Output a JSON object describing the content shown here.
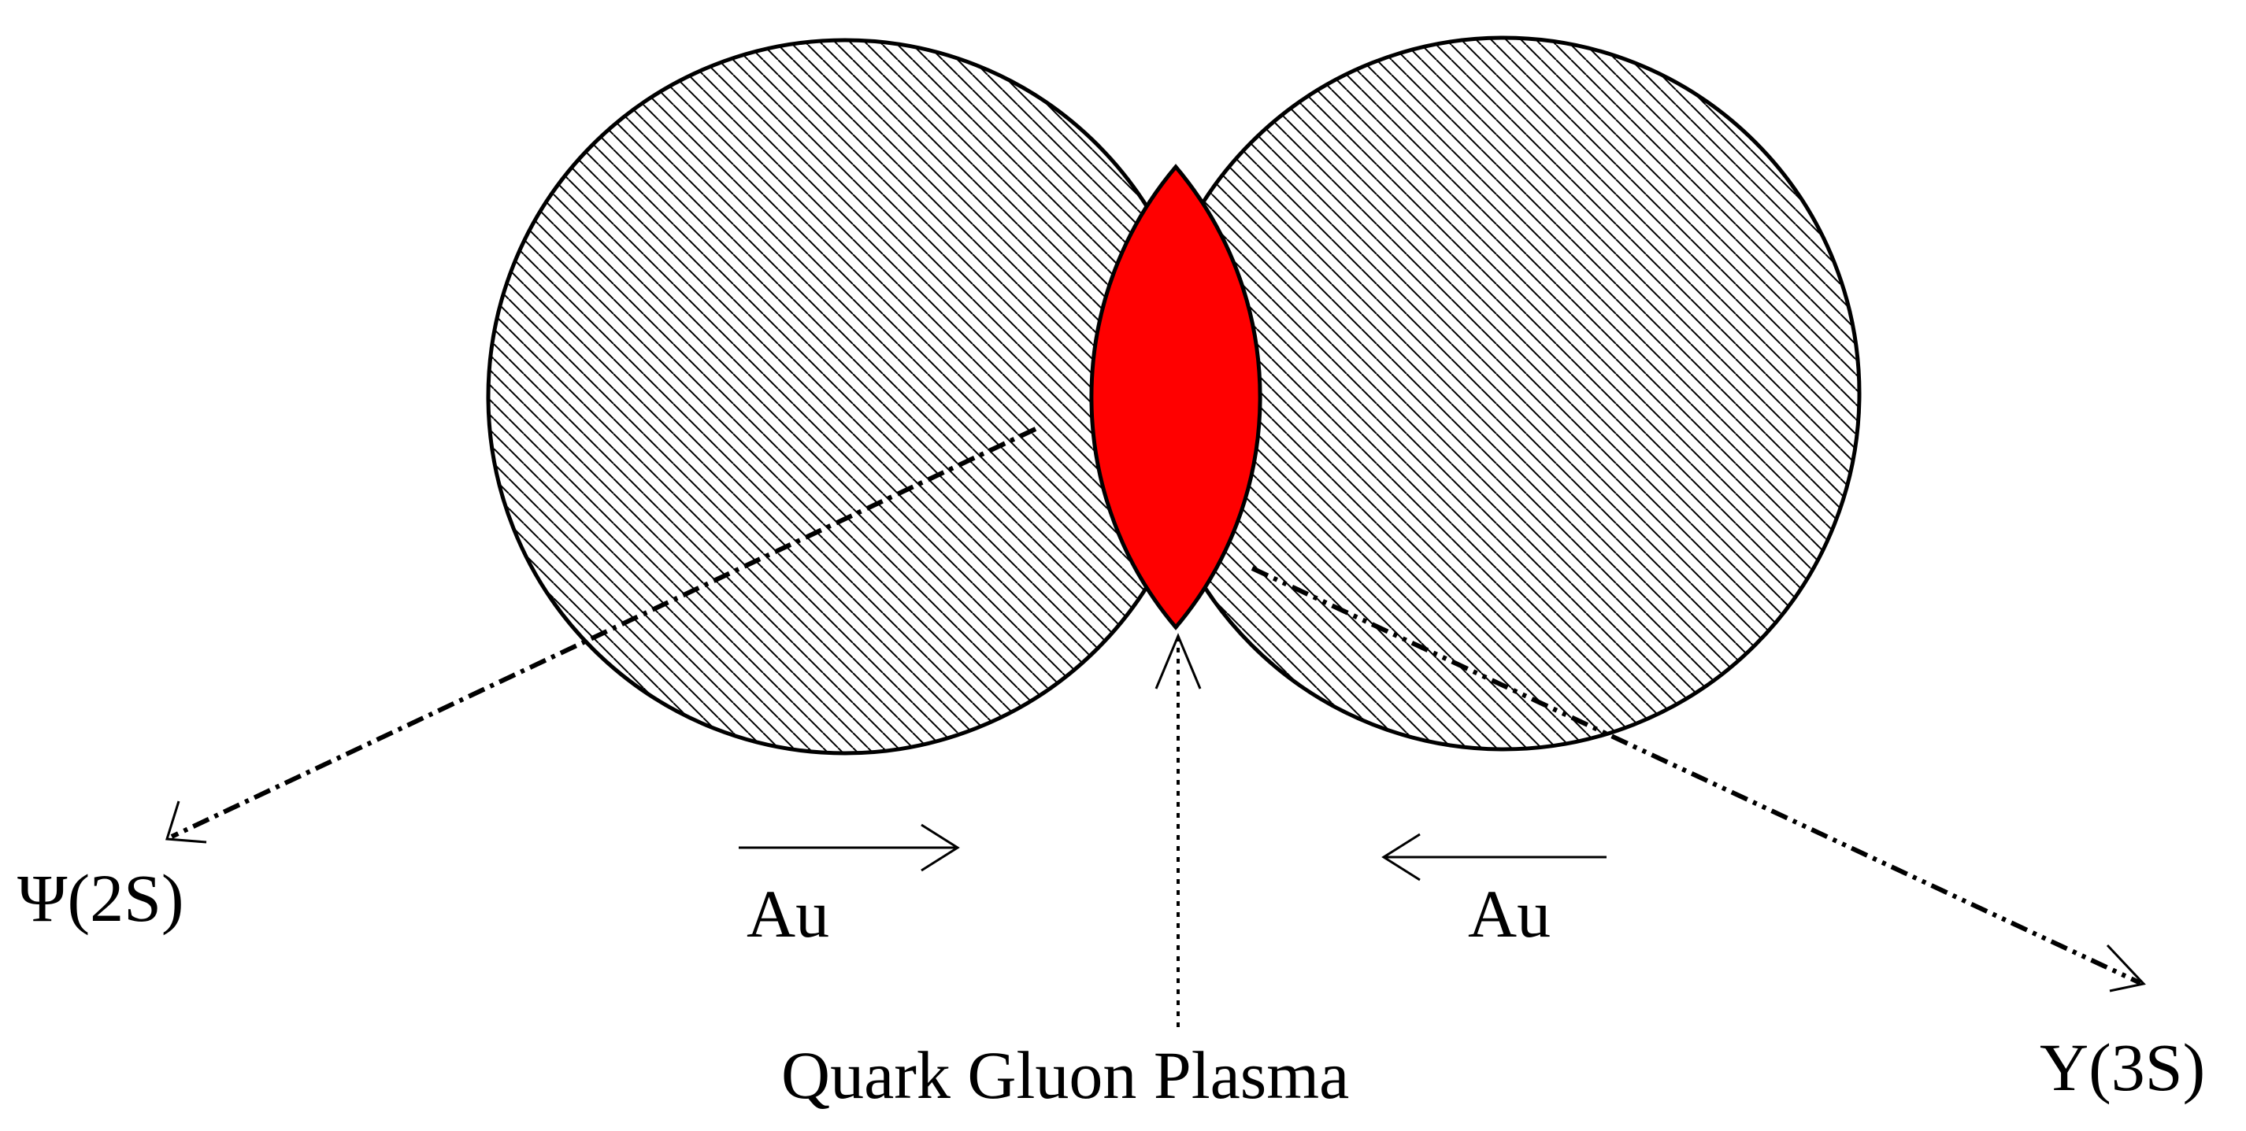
{
  "labels": {
    "psi": "Ψ(2S)",
    "upsilon": "Υ(3S)",
    "au_left": "Au",
    "au_right": "Au",
    "qgp": "Quark Gluon Plasma"
  },
  "colors": {
    "plasma": "#ff0000",
    "hatch": "#000000",
    "outline": "#000000",
    "background": "#ffffff"
  }
}
